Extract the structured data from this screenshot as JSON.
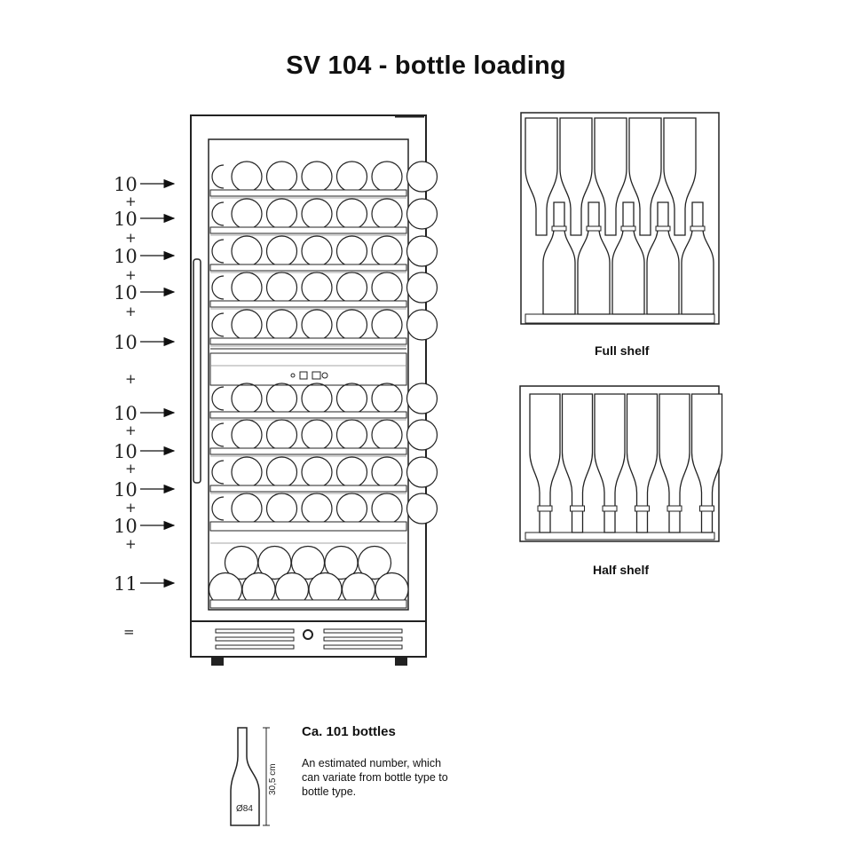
{
  "title": "SV 104 - bottle loading",
  "shelf_counts": [
    "10",
    "10",
    "10",
    "10",
    "10",
    "10",
    "10",
    "10",
    "10",
    "11"
  ],
  "plus_sign": "+",
  "equals_sign": "=",
  "full_shelf_label": "Full shelf",
  "half_shelf_label": "Half shelf",
  "total_label": "Ca. 101 bottles",
  "estimate_note": "An estimated number, which can variate from bottle type to bottle type.",
  "bottle_height": "30,5 cm",
  "bottle_diameter": "Ø84"
}
